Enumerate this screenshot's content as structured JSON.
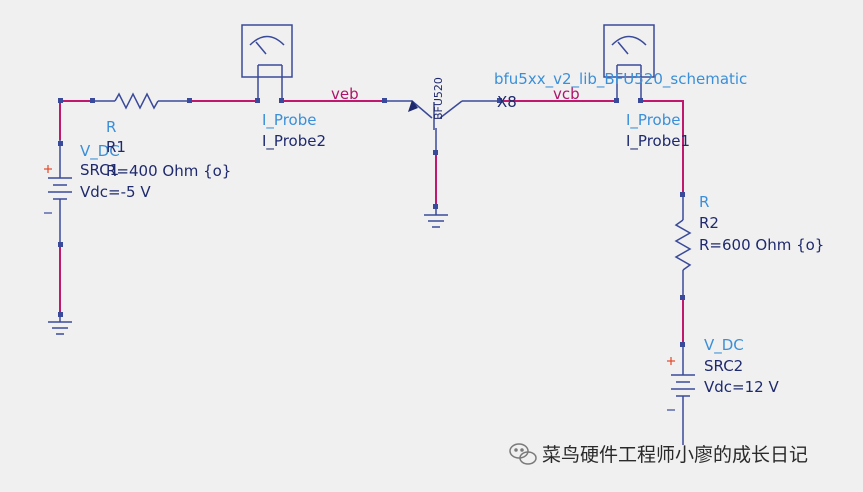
{
  "components": {
    "src1": {
      "type_label": "V_DC",
      "name": "SRC1",
      "value": "Vdc=-5 V"
    },
    "r1": {
      "type_label": "R",
      "name": "R1",
      "value": "R=400 Ohm {o}"
    },
    "probe2": {
      "type_label": "I_Probe",
      "name": "I_Probe2"
    },
    "bjt": {
      "part": "BFU520",
      "lib": "bfu5xx_v2_lib_BFU520_schematic",
      "instance": "X8"
    },
    "probe1": {
      "type_label": "I_Probe",
      "name": "I_Probe1"
    },
    "r2": {
      "type_label": "R",
      "name": "R2",
      "value": "R=600 Ohm {o}"
    },
    "src2": {
      "type_label": "V_DC",
      "name": "SRC2",
      "value": "Vdc=12 V"
    }
  },
  "nets": {
    "veb": "veb",
    "vcb": "vcb"
  },
  "watermark": {
    "text": "菜鸟硬件工程师小廖的成长日记"
  },
  "colors": {
    "wire": "#c0186e",
    "component": "#2a3a8a",
    "label_blue": "#3a8fd8",
    "label_navy": "#1f2a6e",
    "background": "#f0f0f0"
  }
}
